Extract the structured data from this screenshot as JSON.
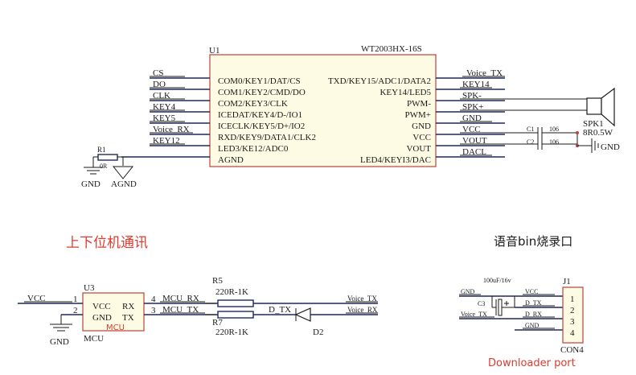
{
  "u1": {
    "ref": "U1",
    "part": "WT2003HX-16S",
    "left_pins": [
      "COM0/KEY1/DAT/CS",
      "COM1/KEY2/CMD/DO",
      "COM2/KEY3/CLK",
      "ICEDAT/KEY4/D-/IO1",
      "ICECLK/KEY5/D+/IO2",
      "RXD/KEY9/DATA1/CLK2",
      "LED3/KE12/ADC0",
      "AGND"
    ],
    "right_pins": [
      "TXD/KEY15/ADC1/DATA2",
      "KEY14/LED5",
      "PWM-",
      "PWM+",
      "GND",
      "VCC",
      "VOUT",
      "LED4/KEYI3/DAC"
    ],
    "left_nets": [
      "CS",
      "DO",
      "CLK",
      "KEY4",
      "KEY5",
      "Voice_RX",
      "KEY12"
    ],
    "right_nets": [
      "Voice_TX",
      "KEY14",
      "SPK-",
      "SPK+",
      "GND",
      "VCC",
      "VOUT",
      "DACL"
    ]
  },
  "r1": {
    "ref": "R1",
    "value": "0R"
  },
  "gnd_agnd": {
    "gnd": "GND",
    "agnd": "AGND"
  },
  "caps": {
    "c1": "C1",
    "c2": "C2",
    "c1_val": "106",
    "c2_val": "106"
  },
  "speaker": {
    "ref": "SPK1",
    "value": "8R0.5W",
    "gnd": "GND"
  },
  "titles": {
    "mcu_section": "上下位机通讯",
    "bin_section": "语音bin烧录口",
    "downloader": "Downloader port"
  },
  "u3": {
    "ref": "U3",
    "name": "MCU",
    "footer": "MCU",
    "pins_left": [
      "VCC",
      "GND"
    ],
    "pins_right": [
      "RX",
      "TX"
    ],
    "pin_nums_left": [
      "1",
      "2"
    ],
    "pin_nums_right": [
      "4",
      "3"
    ],
    "vcc_net": "VCC",
    "gnd": "GND",
    "nets_right": [
      "MCU_RX",
      "MCU_TX"
    ]
  },
  "r5": {
    "ref": "R5",
    "value": "220R-1K"
  },
  "r7": {
    "ref": "R7",
    "value": "220R-1K"
  },
  "d2": {
    "ref": "D2",
    "net": "D_TX"
  },
  "voice_out": [
    "Voice_TX",
    "Voice_RX"
  ],
  "c3": {
    "ref": "C3",
    "value": "100uF/16v",
    "gnd": "GND"
  },
  "j1": {
    "ref": "J1",
    "part": "CON4",
    "pins": [
      "1",
      "2",
      "3",
      "4"
    ],
    "nets": [
      "VCC",
      "D_TX",
      "D_RX",
      "GND"
    ],
    "left_net": "Voice_TX"
  }
}
